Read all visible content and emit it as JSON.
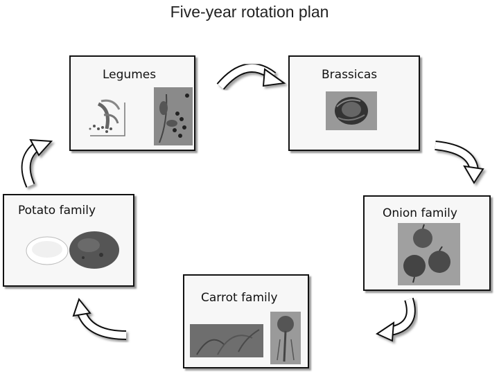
{
  "title": "Five-year rotation plan",
  "stages": {
    "legumes": {
      "label": "Legumes",
      "images": [
        "pea-pod-illustration",
        "bean-plant-photo"
      ]
    },
    "brassicas": {
      "label": "Brassicas",
      "images": [
        "cabbage-photo"
      ]
    },
    "onion": {
      "label": "Onion family",
      "images": [
        "onions-photo"
      ]
    },
    "carrot": {
      "label": "Carrot family",
      "images": [
        "carrot-leaves-photo",
        "carrot-root-photo"
      ]
    },
    "potato": {
      "label": "Potato family",
      "images": [
        "cut-potato-photo",
        "whole-potato-photo"
      ]
    }
  },
  "arrows": [
    {
      "from": "Legumes",
      "to": "Brassicas"
    },
    {
      "from": "Brassicas",
      "to": "Onion family"
    },
    {
      "from": "Onion family",
      "to": "Carrot family"
    },
    {
      "from": "Carrot family",
      "to": "Potato family"
    },
    {
      "from": "Potato family",
      "to": "Legumes"
    }
  ]
}
